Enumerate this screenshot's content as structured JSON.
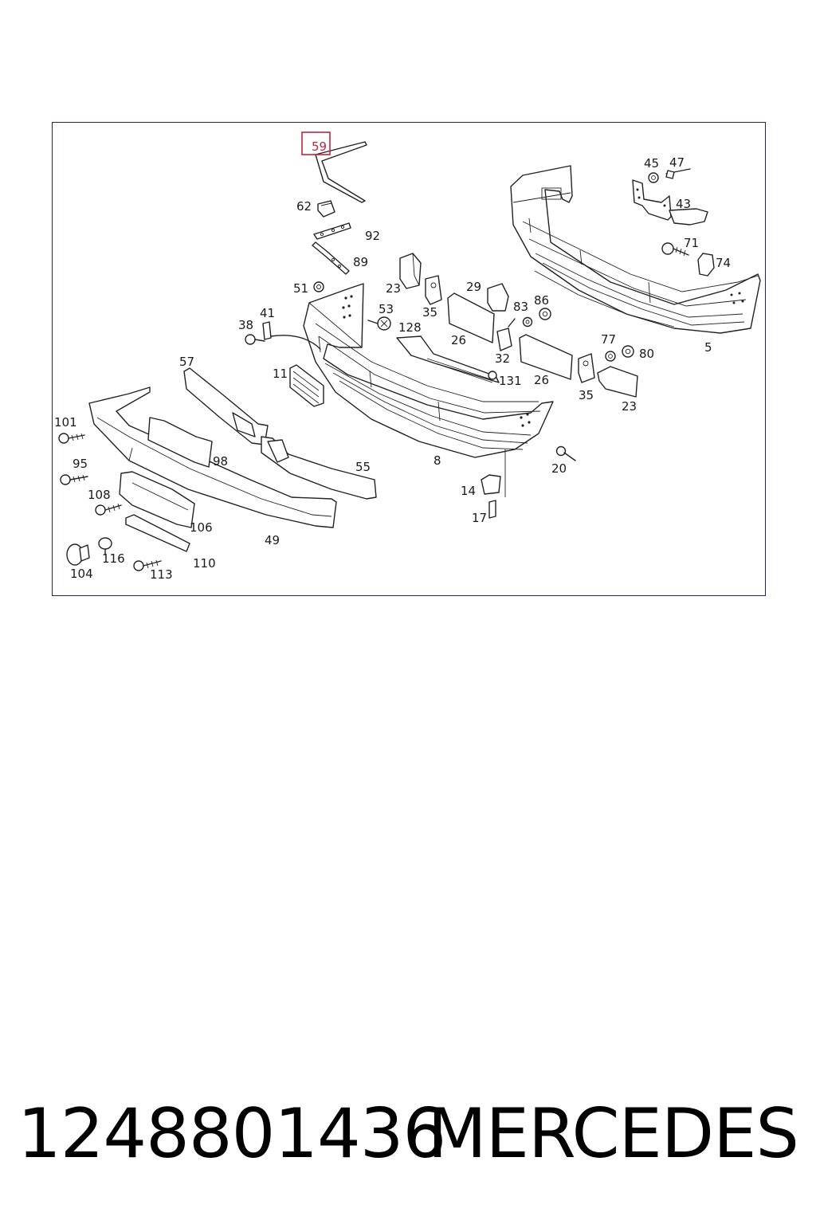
{
  "diagram": {
    "highlighted_callout": "59",
    "highlight_color": "#c2253b",
    "callouts": [
      "59",
      "62",
      "92",
      "89",
      "51",
      "23",
      "35",
      "29",
      "53",
      "128",
      "83",
      "86",
      "26",
      "32",
      "131",
      "38",
      "41",
      "11",
      "57",
      "101",
      "95",
      "108",
      "104",
      "116",
      "113",
      "110",
      "106",
      "49",
      "98",
      "55",
      "8",
      "14",
      "17",
      "20",
      "77",
      "80",
      "35",
      "26",
      "23",
      "45",
      "47",
      "43",
      "71",
      "74",
      "5"
    ]
  },
  "footer": {
    "part_number": "1248801436",
    "brand": "MERCEDES"
  }
}
